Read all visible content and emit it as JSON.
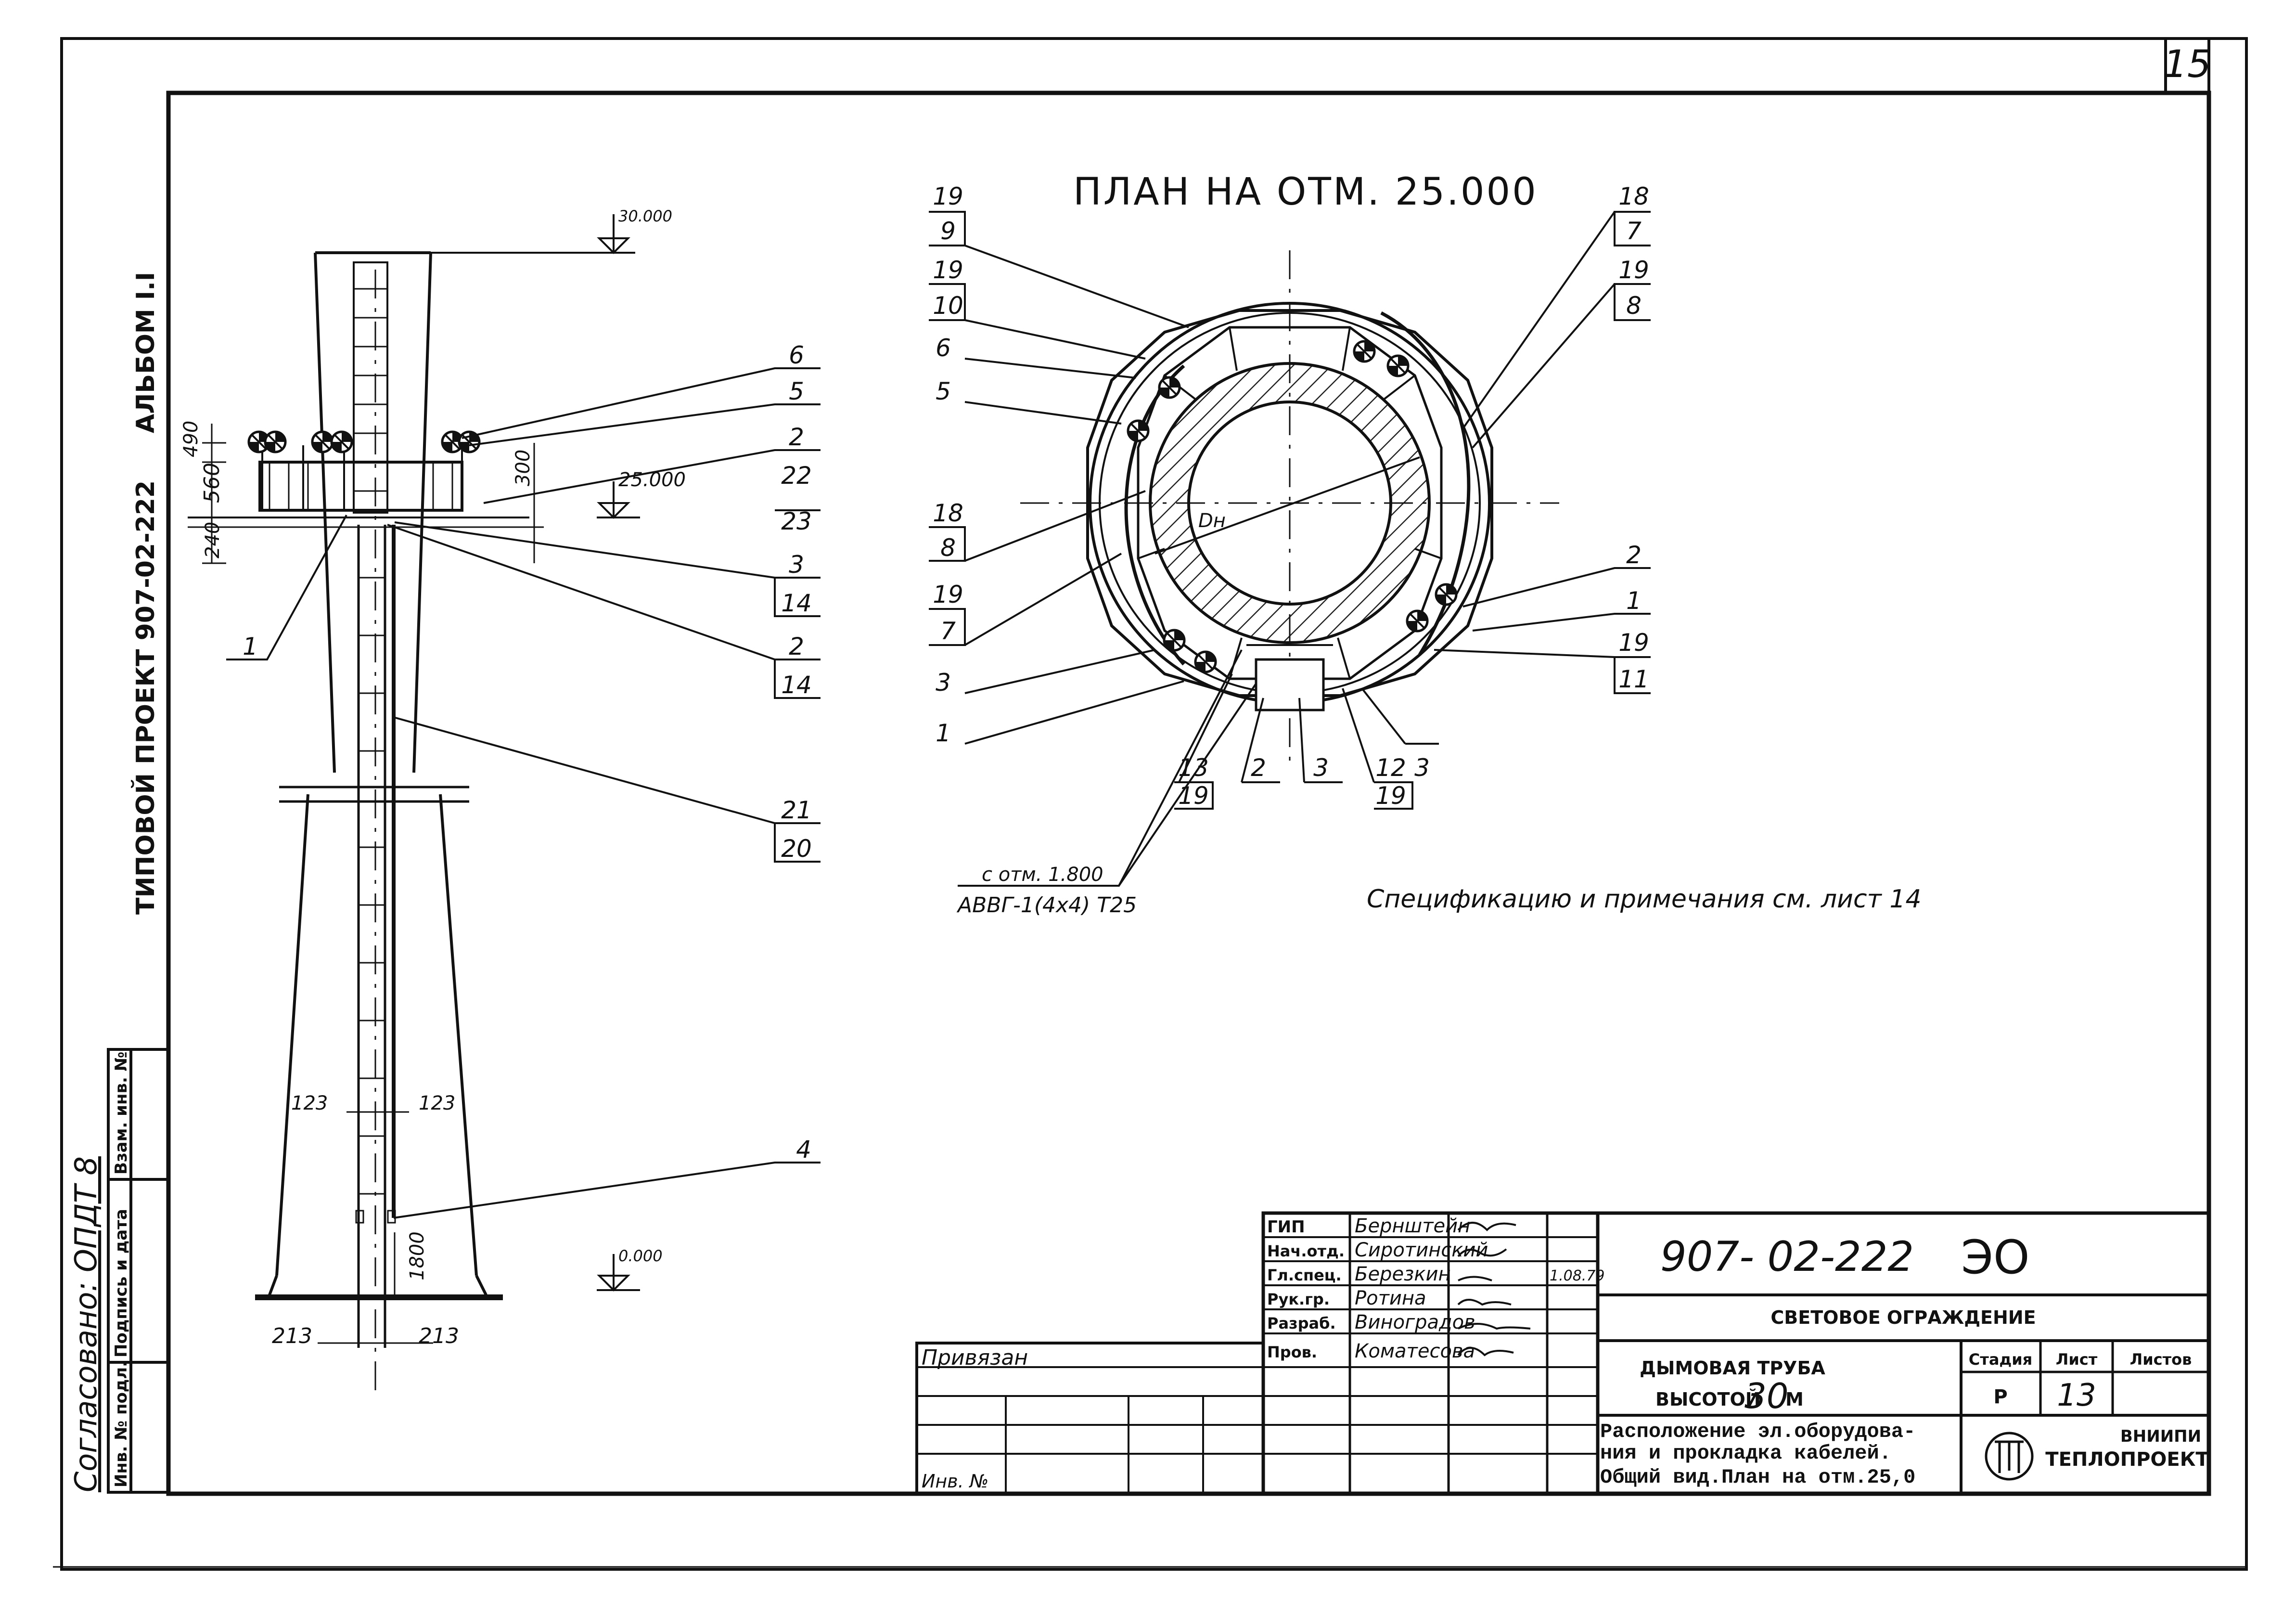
{
  "sheet_corner_number": "15",
  "plan_title": "ПЛАН НА ОТМ. 25.000",
  "spec_note": "Спецификацию и примечания  см.  лист 14",
  "side": {
    "project": "ТИПОВОЙ ПРОЕКТ  907-02-222",
    "album": "АЛЬБОМ I.I",
    "agreed": "Согласовано: ОПДТ 8"
  },
  "elevation": {
    "top_mark": "30.000",
    "platform_mark": "25.000",
    "ground_mark": "0.000",
    "dims": {
      "d490": "490",
      "d560": "560",
      "d300": "300",
      "d240": "240",
      "d123a": "123",
      "d123b": "123",
      "d1800": "1800",
      "d213a": "213",
      "d213b": "213"
    },
    "leaders": [
      {
        "num": "6",
        "den": ""
      },
      {
        "num": "5",
        "den": ""
      },
      {
        "num": "2",
        "den": "22"
      },
      {
        "num": "",
        "den": "23"
      },
      {
        "num": "3",
        "den": "14"
      },
      {
        "num": "2",
        "den": "14"
      },
      {
        "num": "21",
        "den": "20"
      },
      {
        "num": "1",
        "den": ""
      },
      {
        "num": "4",
        "den": ""
      }
    ]
  },
  "plan": {
    "dn_label": "Dн",
    "left_leaders": [
      {
        "num": "19",
        "den": "9"
      },
      {
        "num": "19",
        "den": "10"
      },
      {
        "num": "6",
        "den": ""
      },
      {
        "num": "5",
        "den": ""
      },
      {
        "num": "18",
        "den": "8"
      },
      {
        "num": "19",
        "den": "7"
      },
      {
        "num": "3",
        "den": ""
      },
      {
        "num": "1",
        "den": ""
      }
    ],
    "right_leaders": [
      {
        "num": "18",
        "den": "7"
      },
      {
        "num": "19",
        "den": "8"
      },
      {
        "num": "2",
        "den": ""
      },
      {
        "num": "1",
        "den": ""
      },
      {
        "num": "19",
        "den": "11"
      }
    ],
    "bottom_leaders": [
      {
        "num": "13",
        "den": "19"
      },
      {
        "num": "2",
        "den": ""
      },
      {
        "num": "3",
        "den": ""
      },
      {
        "num": "12",
        "den": "19"
      },
      {
        "num": "3",
        "den": ""
      }
    ],
    "cable_line1": "с отм. 1.800",
    "cable_line2": "АВВГ-1(4х4) Т25"
  },
  "side_stamp": {
    "col1": "Инв. № подл.",
    "col2": "Подпись и дата",
    "col3": "Взам. инв. №"
  },
  "title_block": {
    "privyazan": "Привязан",
    "inv": "Инв. №",
    "roles": [
      {
        "role": "ГИП",
        "name": "Бернштейн"
      },
      {
        "role": "Нач.отд.",
        "name": "Сиротинский"
      },
      {
        "role": "Гл.спец.",
        "name": "Березкин"
      },
      {
        "role": "Рук.гр.",
        "name": "Ротина"
      },
      {
        "role": "Разраб.",
        "name": "Виноградов"
      },
      {
        "role": "Пров.",
        "name": "Коматесова"
      }
    ],
    "date": "1.08.79",
    "doc_code": "907- 02-222",
    "doc_suffix": "ЭО",
    "system": "СВЕТОВОЕ ОГРАЖДЕНИЕ",
    "object_line1": "ДЫМОВАЯ ТРУБА",
    "object_line2_pre": "ВЫСОТОЙ",
    "object_height": "30",
    "object_line2_post": "М",
    "stage_h": "Стадия",
    "sheet_h": "Лист",
    "sheets_h": "Листов",
    "stage": "Р",
    "sheet": "13",
    "sheets": "",
    "desc1": "Расположение эл.оборудова-",
    "desc2": "ния и прокладка кабелей.",
    "desc3": "Общий вид.План на отм.25,0",
    "org1": "ВНИИПИ",
    "org2": "ТЕПЛОПРОЕКТ"
  }
}
